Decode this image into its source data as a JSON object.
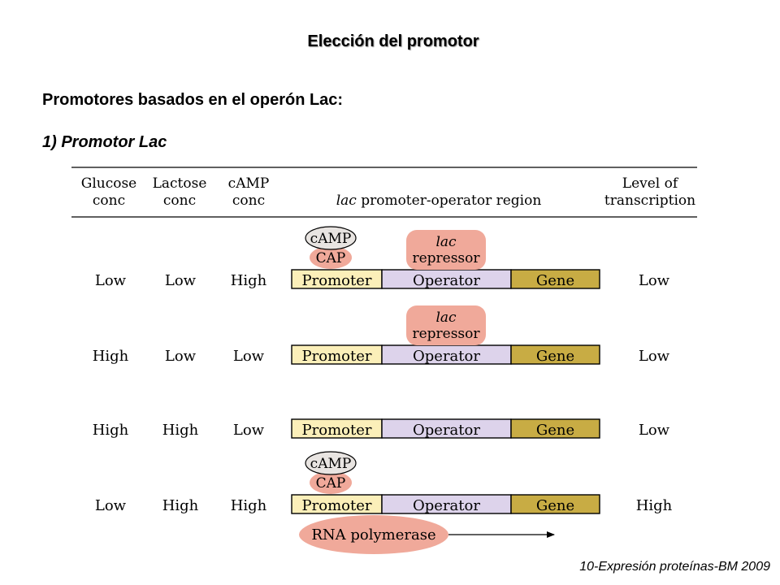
{
  "title": "Elección del promotor",
  "subtitle": "Promotores basados en el operón Lac:",
  "section": "1) Promotor Lac",
  "footer": "10-Expresión proteínas-BM 2009",
  "colors": {
    "promoter": "#fbefb9",
    "operator": "#ddd3eb",
    "gene": "#c8ac44",
    "repressor": "#f0a99a",
    "cap": "#f0a99a",
    "camp": "#e8e4e1",
    "polymerase": "#f0a99a"
  },
  "table": {
    "headers": {
      "glucose": [
        "Glucose",
        "conc"
      ],
      "lactose": [
        "Lactose",
        "conc"
      ],
      "camp": [
        "cAMP",
        "conc"
      ],
      "region_italic": "lac",
      "region_rest": " promoter-operator region",
      "level": [
        "Level of",
        "transcription"
      ]
    },
    "segment_labels": {
      "promoter": "Promoter",
      "operator": "Operator",
      "gene": "Gene"
    },
    "repressor_label": [
      "lac",
      "repressor"
    ],
    "cap_label": "CAP",
    "camp_label": "cAMP",
    "polymerase_label": "RNA polymerase",
    "rows": [
      {
        "glucose": "Low",
        "lactose": "Low",
        "camp": "High",
        "level": "Low",
        "camp_cap": true,
        "repressor": true,
        "polymerase": false
      },
      {
        "glucose": "High",
        "lactose": "Low",
        "camp": "Low",
        "level": "Low",
        "camp_cap": false,
        "repressor": true,
        "polymerase": false
      },
      {
        "glucose": "High",
        "lactose": "High",
        "camp": "Low",
        "level": "Low",
        "camp_cap": false,
        "repressor": false,
        "polymerase": false
      },
      {
        "glucose": "Low",
        "lactose": "High",
        "camp": "High",
        "level": "High",
        "camp_cap": true,
        "repressor": false,
        "polymerase": true
      }
    ]
  }
}
